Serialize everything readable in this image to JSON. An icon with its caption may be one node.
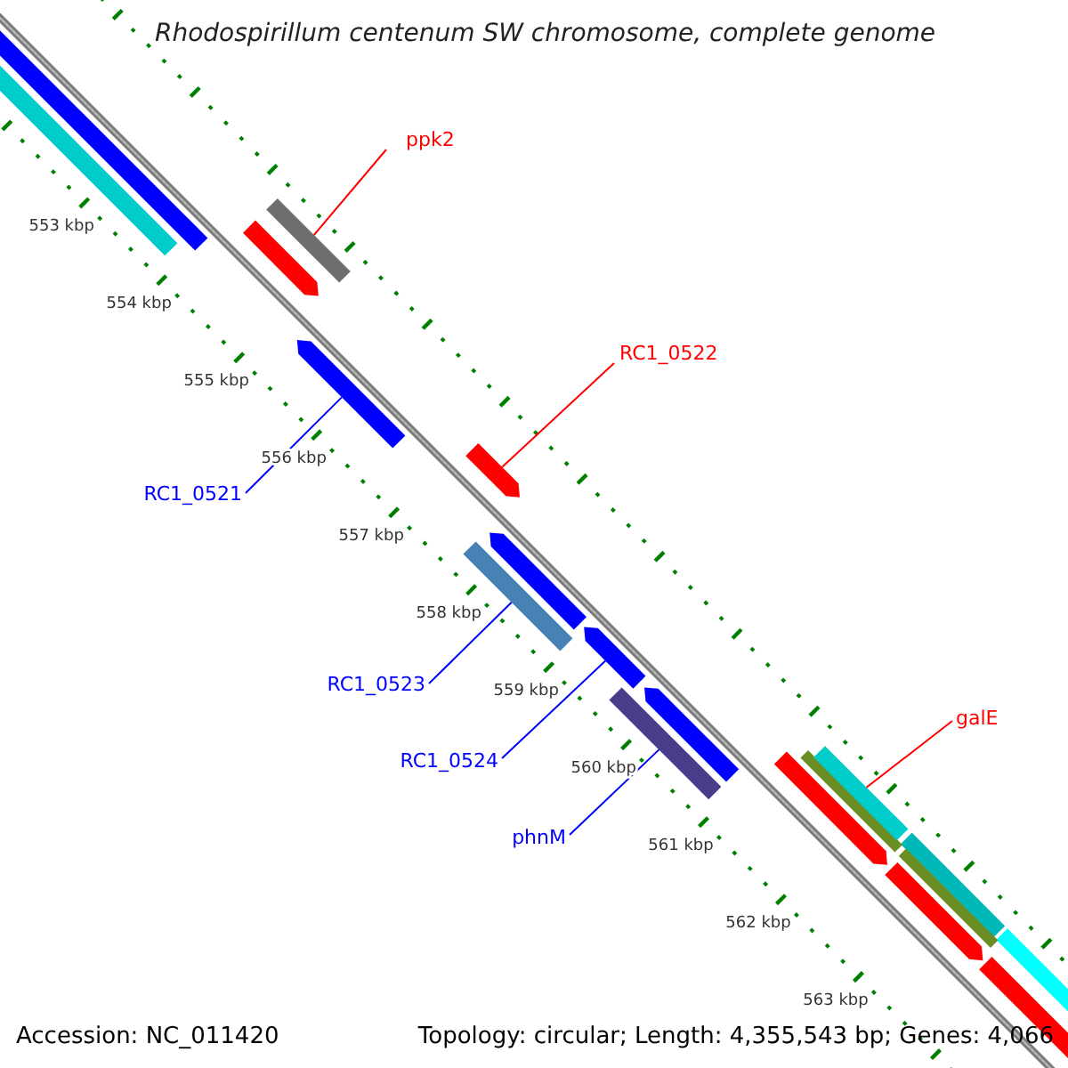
{
  "diagram": {
    "title": "Rhodospirillum centenum SW chromosome, complete genome",
    "nodes": [
      {
        "text": [
          "ppk2"
        ]
      },
      {
        "text": [],
        "shape": "bar"
      },
      {
        "text": [
          "RC1_0522"
        ]
      },
      {
        "text": [],
        "shape": "bar"
      },
      {
        "text": [
          "galE"
        ]
      },
      {
        "text": [],
        "shape": "bar"
      },
      {
        "text": [
          "RC1_0521"
        ]
      },
      {
        "text": [],
        "shape": "bar"
      },
      {
        "text": [
          "RC1_0523"
        ]
      },
      {
        "text": [],
        "shape": "bar"
      },
      {
        "text": [
          "RC1_0524"
        ]
      },
      {
        "text": [],
        "shape": "bar"
      },
      {
        "text": [
          "phnM"
        ]
      },
      {
        "text": [],
        "shape": "bar"
      }
    ],
    "edges": [
      {
        "from": 0,
        "to": 1,
        "arrow": "none",
        "color": "#ff0000"
      },
      {
        "from": 2,
        "to": 3,
        "arrow": "none",
        "color": "#ff0000"
      },
      {
        "from": 4,
        "to": 5,
        "arrow": "none",
        "color": "#ff0000"
      },
      {
        "from": 6,
        "to": 7,
        "arrow": "none"
      },
      {
        "from": 8,
        "to": 9,
        "arrow": "none"
      },
      {
        "from": 10,
        "to": 11,
        "arrow": "none"
      },
      {
        "from": 12,
        "to": 13,
        "arrow": "none"
      }
    ],
    "labels": [
      "553 kbp",
      "554 kbp",
      "555 kbp",
      "556 kbp",
      "557 kbp",
      "558 kbp",
      "559 kbp",
      "560 kbp",
      "561 kbp",
      "562 kbp",
      "563 kbp",
      "Accession: NC_011420",
      "Topology: circular; Length: 4,355,543 bp; Genes: 4,066"
    ]
  }
}
